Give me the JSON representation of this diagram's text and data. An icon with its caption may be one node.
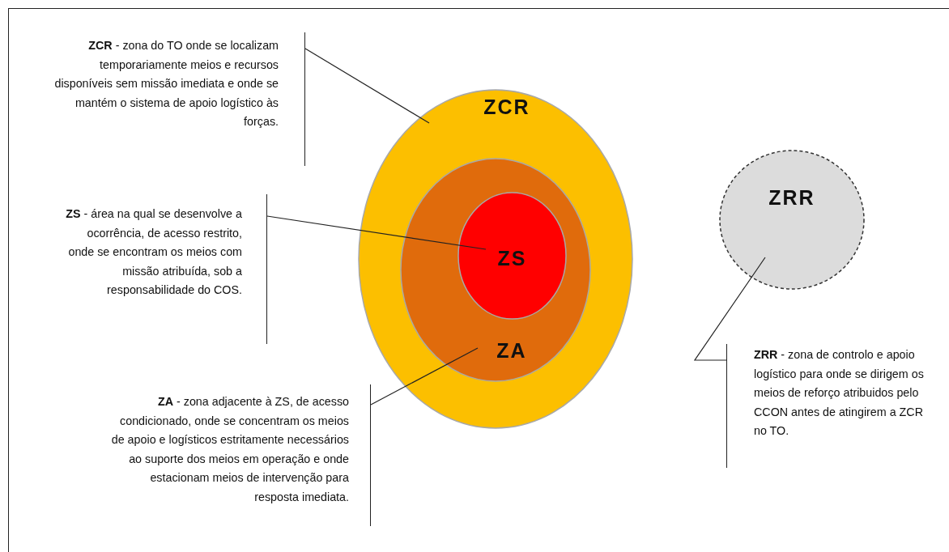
{
  "diagram": {
    "nodes": [
      {
        "text": [
          "**ZCR** - zona do TO onde se localizam temporariamente meios e recursos disponíveis sem missão imediata e onde se mantém o sistema de apoio logístico às forças."
        ]
      },
      {
        "text": [
          "ZCR"
        ]
      },
      {
        "text": [
          "ZA"
        ],
        "in": 1
      },
      {
        "text": [
          "ZS"
        ],
        "in": 2
      },
      {
        "text": [
          "ZRR"
        ]
      },
      {
        "text": [
          "**ZS** - área na qual se desenvolve a ocorrência, de acesso restrito, onde se encontram os meios com missão atribuída, sob a responsabilidade do COS."
        ]
      },
      {
        "text": [
          "**ZA** - zona adjacente à ZS, de acesso condicionado, onde se concentram os meios de apoio e logísticos estritamente necessários ao suporte dos meios em operação e onde estacionam meios de intervenção para resposta imediata."
        ]
      },
      {
        "text": [
          "**ZRR** - zona de controlo e apoio logístico para onde se dirigem os meios de reforço atribuidos pelo CCON antes de atingirem a ZCR no TO."
        ]
      }
    ],
    "edges": [
      {
        "from": 0,
        "to": 1,
        "arrow": "none"
      },
      {
        "from": 5,
        "to": 3,
        "arrow": "none"
      },
      {
        "from": 6,
        "to": 2,
        "arrow": "none"
      },
      {
        "from": 7,
        "to": 4,
        "arrow": "none"
      }
    ]
  }
}
